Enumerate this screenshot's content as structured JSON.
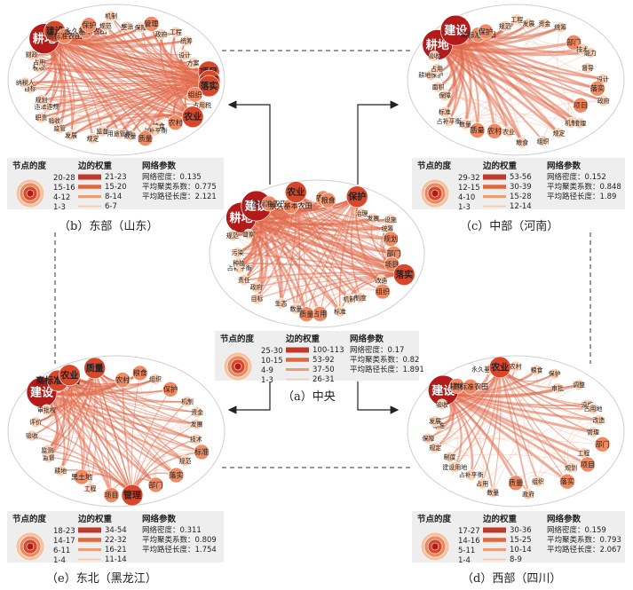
{
  "captions": {
    "center": "（a）中央",
    "east": "（b）东部（山东）",
    "middle": "（c）中部（河南）",
    "northeast": "（e）东北（黑龙江）",
    "west": "（d）西部（四川）"
  },
  "legend_headers": {
    "degree": "节点的度",
    "weight": "边的权重",
    "params": "网络参数"
  },
  "colors": {
    "dark": "#b31b1b",
    "mid": "#d9472b",
    "light": "#ef8a62",
    "pale": "#fbd0b4",
    "edge": "#e06848",
    "legend_bg": "#eeeeee"
  },
  "panels": {
    "center": {
      "degree": [
        "25-30",
        "10-15",
        "4-9",
        "1-3"
      ],
      "weight": [
        "100-113",
        "53-92",
        "37-50",
        "26-31"
      ],
      "params": [
        "网络密度：0.17",
        "平均聚类系数：0.82",
        "平均路径长度：1.891"
      ],
      "nodes": [
        {
          "label": "耕地",
          "level": 1
        },
        {
          "label": "建设",
          "level": 1
        },
        {
          "label": "高标准农田",
          "level": 3
        },
        {
          "label": "永久基本农田",
          "level": 3
        },
        {
          "label": "农业",
          "level": 2
        },
        {
          "label": "农村",
          "level": 3
        },
        {
          "label": "粮食",
          "level": 3
        },
        {
          "label": "保护",
          "level": 2
        },
        {
          "label": "治理",
          "level": 4
        },
        {
          "label": "发展",
          "level": 4
        },
        {
          "label": "设施",
          "level": 4
        },
        {
          "label": "统筹",
          "level": 4
        },
        {
          "label": "规划",
          "level": 3
        },
        {
          "label": "部门",
          "level": 3
        },
        {
          "label": "项目",
          "level": 3
        },
        {
          "label": "落实",
          "level": 2
        },
        {
          "label": "改造",
          "level": 4
        },
        {
          "label": "组织",
          "level": 3
        },
        {
          "label": "制度",
          "level": 4
        },
        {
          "label": "机制",
          "level": 4
        },
        {
          "label": "标准",
          "level": 4
        },
        {
          "label": "占用",
          "level": 3
        },
        {
          "label": "质量",
          "level": 3
        },
        {
          "label": "数量",
          "level": 4
        },
        {
          "label": "生态",
          "level": 4
        },
        {
          "label": "目标",
          "level": 4
        },
        {
          "label": "政府",
          "level": 4
        },
        {
          "label": "责任",
          "level": 4
        },
        {
          "label": "占补平衡",
          "level": 4
        },
        {
          "label": "种植",
          "level": 4
        },
        {
          "label": "污染",
          "level": 4
        },
        {
          "label": "规范",
          "level": 4
        },
        {
          "label": "督察",
          "level": 4
        }
      ]
    },
    "east": {
      "degree": [
        "20-28",
        "15-16",
        "4-12",
        "1-3"
      ],
      "weight": [
        "21-23",
        "15-20",
        "8-14",
        "6-7"
      ],
      "params": [
        "网络密度：0.135",
        "平均聚类系数：0.775",
        "平均路径长度：2.121"
      ],
      "nodes": [
        {
          "label": "耕地",
          "level": 1
        },
        {
          "label": "建设",
          "level": 2
        },
        {
          "label": "高标准农田",
          "level": 3
        },
        {
          "label": "永久基本农田",
          "level": 3
        },
        {
          "label": "保护",
          "level": 3
        },
        {
          "label": "规范",
          "level": 4
        },
        {
          "label": "机制",
          "level": 4
        },
        {
          "label": "整治",
          "level": 4
        },
        {
          "label": "保障",
          "level": 4
        },
        {
          "label": "管理",
          "level": 3
        },
        {
          "label": "政府",
          "level": 4
        },
        {
          "label": "工程",
          "level": 4
        },
        {
          "label": "统筹",
          "level": 4
        },
        {
          "label": "设计",
          "level": 4
        },
        {
          "label": "方案",
          "level": 4
        },
        {
          "label": "项目",
          "level": 2
        },
        {
          "label": "部门",
          "level": 2
        },
        {
          "label": "落实",
          "level": 2
        },
        {
          "label": "组织",
          "level": 3
        },
        {
          "label": "占用税",
          "level": 4
        },
        {
          "label": "农业",
          "level": 2
        },
        {
          "label": "农村",
          "level": 3
        },
        {
          "label": "粮食",
          "level": 4
        },
        {
          "label": "占补平衡",
          "level": 4
        },
        {
          "label": "质量",
          "level": 3
        },
        {
          "label": "数量",
          "level": 4
        },
        {
          "label": "用途管制",
          "level": 4
        },
        {
          "label": "监督",
          "level": 4
        },
        {
          "label": "规定",
          "level": 4
        },
        {
          "label": "发展",
          "level": 4
        },
        {
          "label": "监管",
          "level": 4
        },
        {
          "label": "验收",
          "level": 4
        },
        {
          "label": "职责",
          "level": 4
        },
        {
          "label": "违法违规",
          "level": 4
        },
        {
          "label": "规划",
          "level": 4
        },
        {
          "label": "目标",
          "level": 4
        },
        {
          "label": "纳税人",
          "level": 4
        },
        {
          "label": "税收",
          "level": 4
        },
        {
          "label": "占用",
          "level": 4
        },
        {
          "label": "财政",
          "level": 4
        }
      ]
    },
    "middle": {
      "degree": [
        "29-32",
        "12-15",
        "4-10",
        "1-3"
      ],
      "weight": [
        "53-56",
        "30-39",
        "15-28",
        "12-14"
      ],
      "params": [
        "网络密度：0.152",
        "平均聚类系数：0.848",
        "平均路径长度：1.89"
      ],
      "nodes": [
        {
          "label": "耕地",
          "level": 1
        },
        {
          "label": "建设",
          "level": 1
        },
        {
          "label": "高标准农田",
          "level": 3
        },
        {
          "label": "保护",
          "level": 3
        },
        {
          "label": "规范",
          "level": 4
        },
        {
          "label": "工程",
          "level": 4
        },
        {
          "label": "发展",
          "level": 4
        },
        {
          "label": "资金",
          "level": 4
        },
        {
          "label": "统筹",
          "level": 4
        },
        {
          "label": "部门",
          "level": 3
        },
        {
          "label": "技术",
          "level": 4
        },
        {
          "label": "能力",
          "level": 4
        },
        {
          "label": "督导",
          "level": 4
        },
        {
          "label": "设计",
          "level": 4
        },
        {
          "label": "落实",
          "level": 3
        },
        {
          "label": "政府",
          "level": 4
        },
        {
          "label": "项目",
          "level": 3
        },
        {
          "label": "管理",
          "level": 4
        },
        {
          "label": "机制",
          "level": 4
        },
        {
          "label": "规定",
          "level": 4
        },
        {
          "label": "组织",
          "level": 4
        },
        {
          "label": "粮食",
          "level": 4
        },
        {
          "label": "农业",
          "level": 4
        },
        {
          "label": "农村",
          "level": 3
        },
        {
          "label": "质量",
          "level": 3
        },
        {
          "label": "数量",
          "level": 4
        },
        {
          "label": "占补平衡",
          "level": 4
        },
        {
          "label": "标准",
          "level": 4
        },
        {
          "label": "保障",
          "level": 4
        },
        {
          "label": "面积",
          "level": 4
        },
        {
          "label": "耕地保护",
          "level": 4
        },
        {
          "label": "占用",
          "level": 4
        },
        {
          "label": "验收",
          "level": 4
        }
      ]
    },
    "northeast": {
      "degree": [
        "18-23",
        "14-17",
        "6-11",
        "1-4"
      ],
      "weight": [
        "34-54",
        "22-32",
        "16-21",
        "11-14"
      ],
      "params": [
        "网络密度：0.311",
        "平均聚类系数：0.809",
        "平均路径长度：1.754"
      ],
      "nodes": [
        {
          "label": "建设",
          "level": 1
        },
        {
          "label": "高标准农田",
          "level": 2
        },
        {
          "label": "农业",
          "level": 2
        },
        {
          "label": "质量",
          "level": 2
        },
        {
          "label": "农村",
          "level": 3
        },
        {
          "label": "粮食",
          "level": 3
        },
        {
          "label": "组织",
          "level": 4
        },
        {
          "label": "保护",
          "level": 3
        },
        {
          "label": "机制",
          "level": 4
        },
        {
          "label": "资金",
          "level": 4
        },
        {
          "label": "发展",
          "level": 4
        },
        {
          "label": "技术",
          "level": 4
        },
        {
          "label": "标准",
          "level": 3
        },
        {
          "label": "规范",
          "level": 4
        },
        {
          "label": "落实",
          "level": 3
        },
        {
          "label": "部门",
          "level": 3
        },
        {
          "label": "管理",
          "level": 2
        },
        {
          "label": "项目",
          "level": 3
        },
        {
          "label": "工程",
          "level": 4
        },
        {
          "label": "黑土地",
          "level": 3
        },
        {
          "label": "耕地",
          "level": 4
        },
        {
          "label": "监督",
          "level": 4
        },
        {
          "label": "监测",
          "level": 4
        },
        {
          "label": "验收",
          "level": 4
        },
        {
          "label": "评价",
          "level": 4
        },
        {
          "label": "审批权",
          "level": 4
        }
      ]
    },
    "west": {
      "degree": [
        "17-27",
        "14-16",
        "5-11",
        "1-4"
      ],
      "weight": [
        "30-36",
        "15-25",
        "10-14",
        "8-9"
      ],
      "params": [
        "网络密度：0.159",
        "平均聚类系数：0.793",
        "平均路径长度：2.067"
      ],
      "nodes": [
        {
          "label": "建设",
          "level": 1
        },
        {
          "label": "耕地",
          "level": 3
        },
        {
          "label": "高标准农田",
          "level": 3
        },
        {
          "label": "永久基本农田",
          "level": 4
        },
        {
          "label": "农业",
          "level": 2
        },
        {
          "label": "农村",
          "level": 4
        },
        {
          "label": "粮食",
          "level": 4
        },
        {
          "label": "保护",
          "level": 4
        },
        {
          "label": "审批",
          "level": 4
        },
        {
          "label": "调整",
          "level": 4
        },
        {
          "label": "设施",
          "level": 4
        },
        {
          "label": "占用地",
          "level": 4
        },
        {
          "label": "改造",
          "level": 4
        },
        {
          "label": "管理",
          "level": 4
        },
        {
          "label": "部门",
          "level": 3
        },
        {
          "label": "工程",
          "level": 4
        },
        {
          "label": "项目",
          "level": 3
        },
        {
          "label": "规划",
          "level": 4
        },
        {
          "label": "落实",
          "level": 3
        },
        {
          "label": "组织",
          "level": 4
        },
        {
          "label": "政府",
          "level": 4
        },
        {
          "label": "质量",
          "level": 3
        },
        {
          "label": "数量",
          "level": 4
        },
        {
          "label": "占用",
          "level": 4
        },
        {
          "label": "占补平衡",
          "level": 4
        },
        {
          "label": "建设用地",
          "level": 4
        },
        {
          "label": "制度",
          "level": 4
        },
        {
          "label": "规定",
          "level": 4
        },
        {
          "label": "保障",
          "level": 4
        },
        {
          "label": "标准",
          "level": 4
        },
        {
          "label": "发展",
          "level": 4
        },
        {
          "label": "验收",
          "level": 4
        }
      ]
    }
  }
}
